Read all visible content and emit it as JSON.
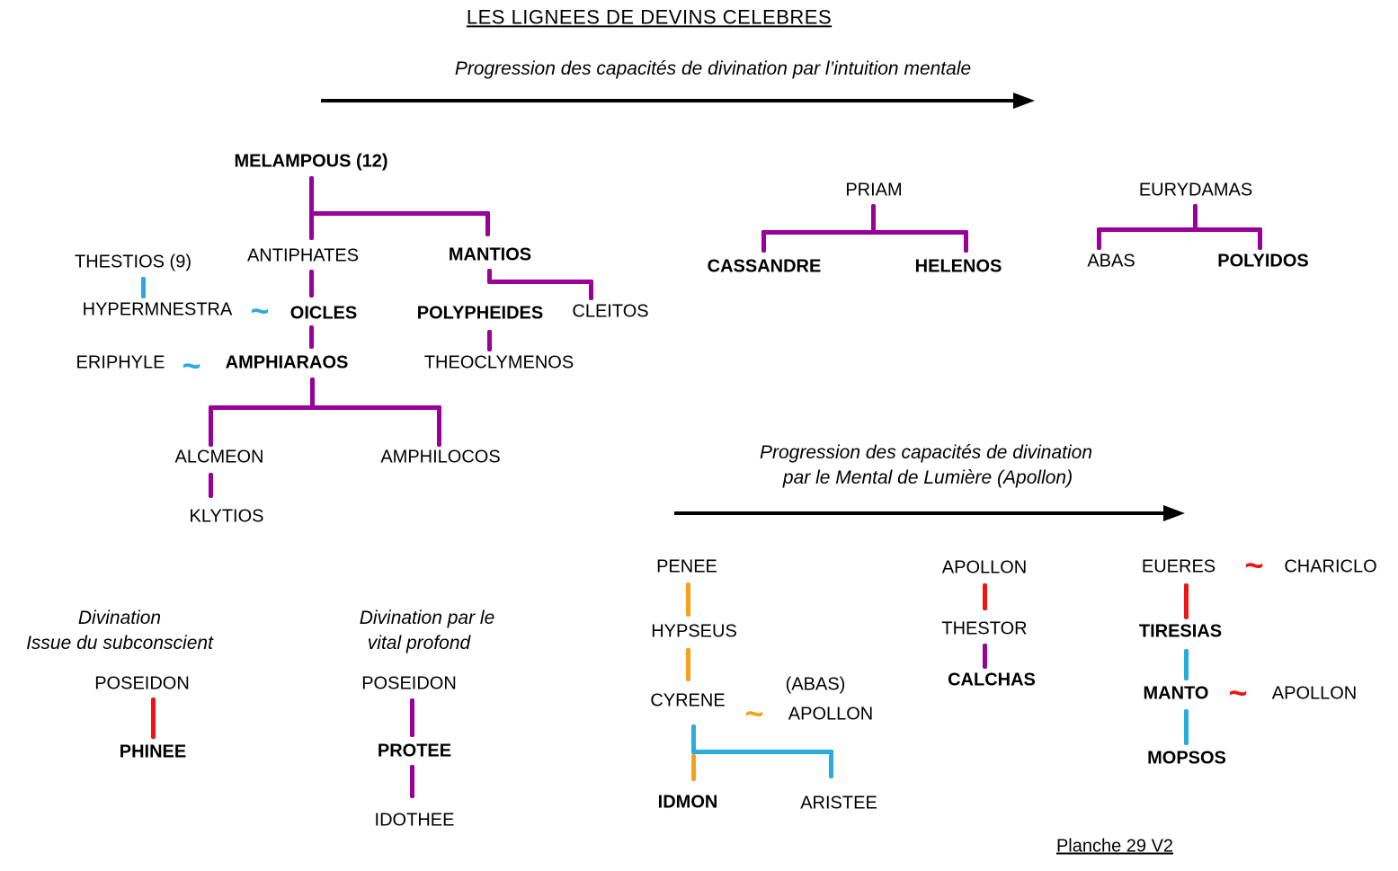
{
  "title": "LES LIGNEES DE DEVINS CELEBRES",
  "footer": "Planche 29 V2",
  "symbols": {
    "union": "~"
  },
  "arrows": {
    "intuition": "Progression des capacités de divination par l’intuition mentale",
    "lumiere_line1": "Progression des capacités de divination",
    "lumiere_line2": "par le Mental de Lumière (Apollon)"
  },
  "sections": {
    "subconscient_line1": "Divination",
    "subconscient_line2": "Issue du subconscient",
    "vital_line1": "Divination par le",
    "vital_line2": "vital profond"
  },
  "nodes": {
    "melampous": "MELAMPOUS (12)",
    "antiphates": "ANTIPHATES",
    "mantios": "MANTIOS",
    "thestios": "THESTIOS (9)",
    "hypermnestra": "HYPERMNESTRA",
    "oicles": "OICLES",
    "eriphyle": "ERIPHYLE",
    "amphiaraos": "AMPHIARAOS",
    "polypheides": "POLYPHEIDES",
    "cleitos": "CLEITOS",
    "theoclymenos": "THEOCLYMENOS",
    "alcmeon": "ALCMEON",
    "amphilocos": "AMPHILOCOS",
    "klytios": "KLYTIOS",
    "priam": "PRIAM",
    "cassandre": "CASSANDRE",
    "helenos": "HELENOS",
    "eurydamas": "EURYDAMAS",
    "abas": "ABAS",
    "polyidos": "POLYIDOS",
    "poseidon_subconscient": "POSEIDON",
    "phinee": "PHINEE",
    "poseidon_vital": "POSEIDON",
    "protee": "PROTEE",
    "idothee": "IDOTHEE",
    "penee": "PENEE",
    "hypseus": "HYPSEUS",
    "cyrene": "CYRENE",
    "abas_paren": "(ABAS)",
    "apollon_cyrene": "APOLLON",
    "idmon": "IDMON",
    "aristee": "ARISTEE",
    "apollon_thestor": "APOLLON",
    "thestor": "THESTOR",
    "calchas": "CALCHAS",
    "eueres": "EUERES",
    "chariclo": "CHARICLO",
    "tiresias": "TIRESIAS",
    "manto": "MANTO",
    "apollon_manto": "APOLLON",
    "mopsos": "MOPSOS"
  },
  "colors": {
    "lineage_purple": "#990099",
    "union_cyan": "#29ABE2",
    "divine_red": "#F01414",
    "apollo_orange": "#F9A01B",
    "arrow_black": "#000000"
  }
}
